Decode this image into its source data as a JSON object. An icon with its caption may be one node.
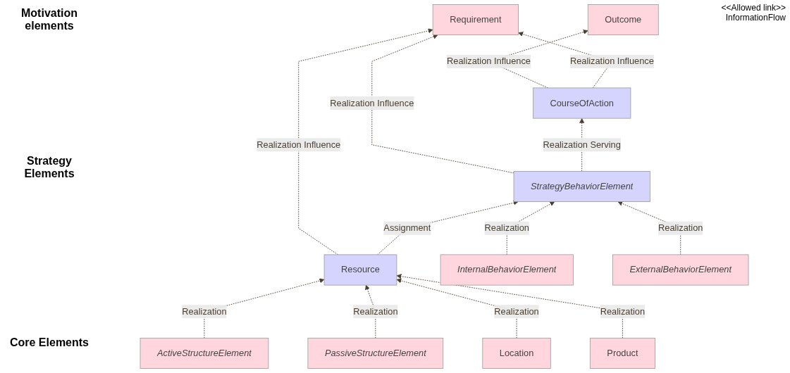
{
  "diagram": {
    "nodes": [
      {
        "text": [
          "Outcome"
        ]
      },
      {
        "text": [
          "Requirement"
        ]
      },
      {
        "text": [
          "CourseOfAction"
        ]
      },
      {
        "text": [
          "StrategyBehaviorElement"
        ]
      },
      {
        "text": [
          "Resource"
        ]
      },
      {
        "text": [
          "InternalBehaviorElement"
        ]
      },
      {
        "text": [
          "ExternalBehaviorElement"
        ]
      },
      {
        "text": [
          "ActiveStructureElement"
        ]
      },
      {
        "text": [
          "PassiveStructureElement"
        ]
      },
      {
        "text": [
          "Location"
        ]
      },
      {
        "text": [
          "Product"
        ]
      }
    ],
    "edges": [
      {
        "from": 2,
        "to": 0,
        "arrow": "to",
        "label": "Realization Influence",
        "style": "dashed"
      },
      {
        "from": 2,
        "to": 1,
        "arrow": "to",
        "label": "Realization Influence",
        "style": "dashed"
      },
      {
        "from": 3,
        "to": 1,
        "arrow": "to",
        "label": "Realization Influence",
        "style": "dashed"
      },
      {
        "from": 4,
        "to": 1,
        "arrow": "to",
        "label": "Realization Influence",
        "style": "dashed"
      },
      {
        "from": 3,
        "to": 2,
        "arrow": "to",
        "label": "Realization Serving",
        "style": "dashed"
      },
      {
        "from": 4,
        "to": 3,
        "arrow": "to",
        "label": "Assignment",
        "style": "dashed"
      },
      {
        "from": 5,
        "to": 3,
        "arrow": "to",
        "label": "Realization",
        "style": "dashed"
      },
      {
        "from": 6,
        "to": 3,
        "arrow": "to",
        "label": "Realization",
        "style": "dashed"
      },
      {
        "from": 7,
        "to": 4,
        "arrow": "to",
        "label": "Realization",
        "style": "dashed"
      },
      {
        "from": 8,
        "to": 4,
        "arrow": "to",
        "label": "Realization",
        "style": "dashed"
      },
      {
        "from": 9,
        "to": 4,
        "arrow": "to",
        "label": "Realization",
        "style": "dashed"
      },
      {
        "from": 10,
        "to": 4,
        "arrow": "to",
        "label": "Realization",
        "style": "dashed"
      }
    ],
    "labels": [
      "Motivation elements",
      "Strategy Elements",
      "<<Allowed link>>",
      "InformationFlow",
      "Core Elements"
    ]
  }
}
